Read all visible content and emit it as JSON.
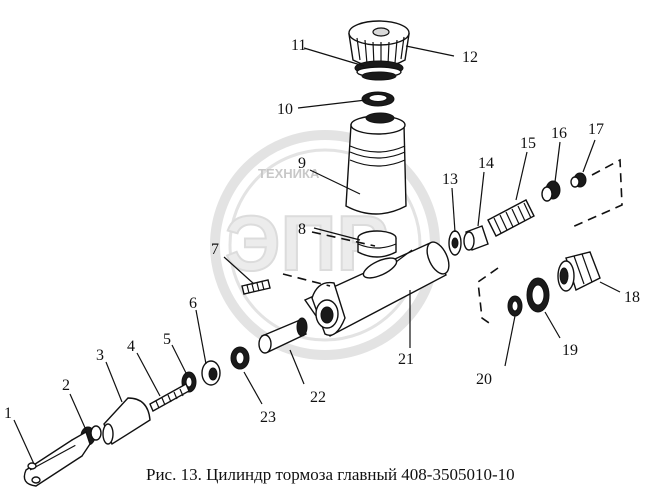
{
  "caption": "Рис. 13. Цилиндр тормоза главный 408-3505010-10",
  "watermark": {
    "text": "ТЕХНИКА",
    "logo": "ЭПР"
  },
  "labels": [
    "1",
    "2",
    "3",
    "4",
    "5",
    "6",
    "7",
    "8",
    "9",
    "10",
    "11",
    "12",
    "13",
    "14",
    "15",
    "16",
    "17",
    "18",
    "19",
    "20",
    "21",
    "22",
    "23"
  ]
}
